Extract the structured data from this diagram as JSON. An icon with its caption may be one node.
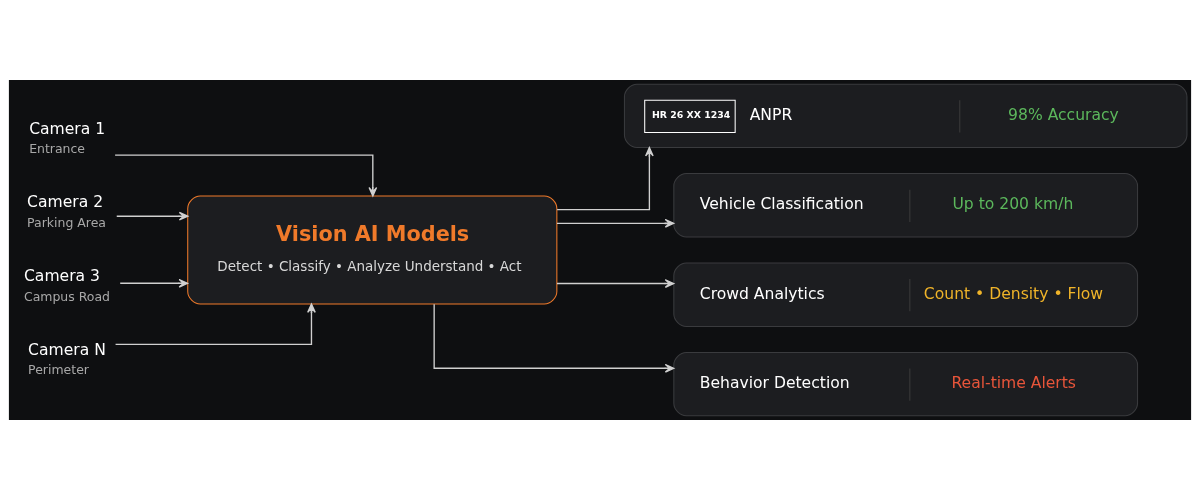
{
  "diagram": {
    "nodes": [
      {
        "text": [
          "Camera 1",
          "Entrance"
        ]
      },
      {
        "text": [
          "Camera 2",
          "Parking Area"
        ]
      },
      {
        "text": [
          "Camera 3",
          "Campus Road"
        ]
      },
      {
        "text": [
          "Camera N",
          "Perimeter"
        ]
      },
      {
        "text": [
          "Vision AI Models",
          "Detect • Classify • Analyze Understand • Act"
        ]
      },
      {
        "text": [
          "HR 26 XX 1234",
          "ANPR",
          "98% Accuracy"
        ]
      },
      {
        "text": [
          "Vehicle Classification",
          "Up to 200 km/h"
        ]
      },
      {
        "text": [
          "Crowd Analytics",
          "Count • Density • Flow"
        ]
      },
      {
        "text": [
          "Behavior Detection",
          "Real-time Alerts"
        ]
      }
    ],
    "edges": [
      {
        "from": 0,
        "to": 4,
        "arrow": "to"
      },
      {
        "from": 1,
        "to": 4,
        "arrow": "to"
      },
      {
        "from": 2,
        "to": 4,
        "arrow": "to"
      },
      {
        "from": 3,
        "to": 4,
        "arrow": "to"
      },
      {
        "from": 4,
        "to": 5,
        "arrow": "to"
      },
      {
        "from": 4,
        "to": 6,
        "arrow": "to"
      },
      {
        "from": 4,
        "to": 7,
        "arrow": "to"
      },
      {
        "from": 4,
        "to": 8,
        "arrow": "to"
      }
    ]
  }
}
